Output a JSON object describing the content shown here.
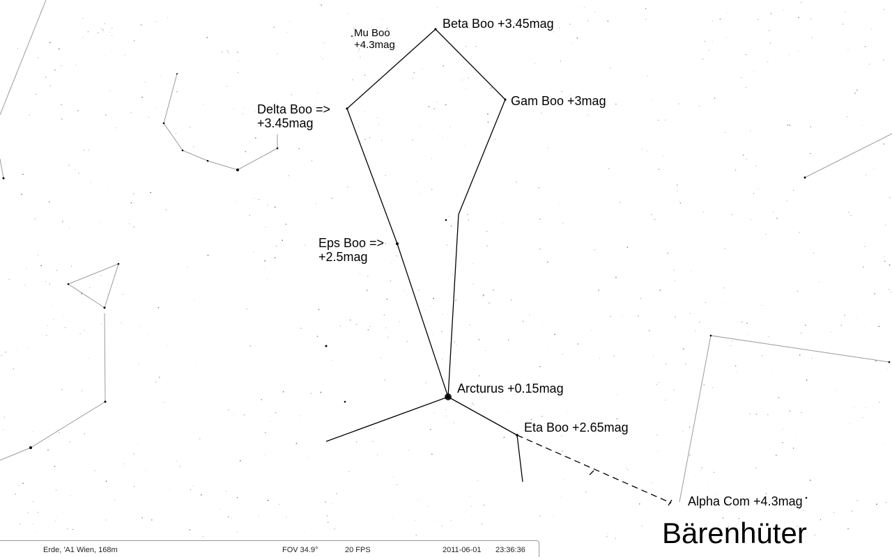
{
  "labels": {
    "beta_boo": "Beta Boo +3.45mag",
    "mu_boo_name": "Mu Boo",
    "mu_boo_mag": "+4.3mag",
    "gam_boo": "Gam Boo +3mag",
    "delta_boo_name": "Delta Boo =>",
    "delta_boo_mag": "+3.45mag",
    "eps_boo_name": "Eps Boo =>",
    "eps_boo_mag": "+2.5mag",
    "arcturus": "Arcturus +0.15mag",
    "eta_boo": "Eta Boo +2.65mag",
    "alpha_com": "Alpha Com +4.3mag"
  },
  "title": "Bärenhüter",
  "statusbar": {
    "location": "Erde, 'A1 Wien, 168m",
    "fov": "FOV 34.9°",
    "fps": "20 FPS",
    "date": "2011-06-01",
    "time": "23:36:36"
  },
  "colors": {
    "background": "#ffffff",
    "constellation_line": "#000000",
    "other_line": "#9a9a9a",
    "star": "#000000"
  }
}
